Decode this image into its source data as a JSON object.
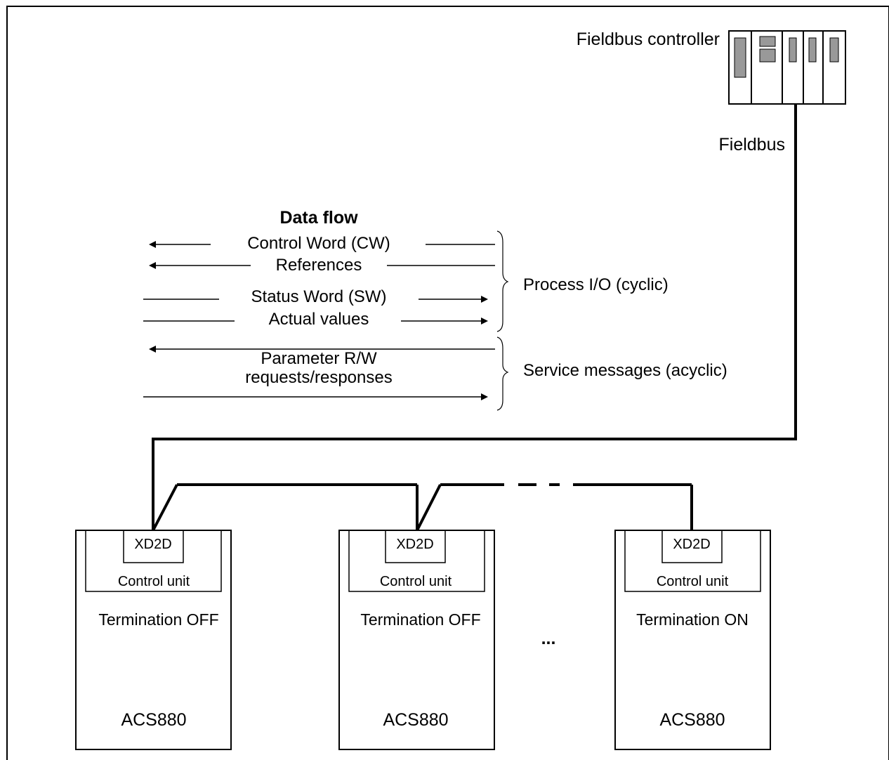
{
  "controller": {
    "label": "Fieldbus controller"
  },
  "bus": {
    "label": "Fieldbus"
  },
  "data_flow": {
    "title": "Data flow",
    "control_word": "Control Word (CW)",
    "references": "References",
    "status_word": "Status Word (SW)",
    "actual_values": "Actual values",
    "parameter_line1": "Parameter R/W",
    "parameter_line2": "requests/responses",
    "process_io": "Process I/O (cyclic)",
    "service_messages": "Service messages (acyclic)"
  },
  "drives": [
    {
      "connector": "XD2D",
      "control_unit": "Control unit",
      "termination": "Termination OFF",
      "model": "ACS880"
    },
    {
      "connector": "XD2D",
      "control_unit": "Control unit",
      "termination": "Termination OFF",
      "model": "ACS880"
    },
    {
      "connector": "XD2D",
      "control_unit": "Control unit",
      "termination": "Termination ON",
      "model": "ACS880"
    }
  ],
  "ellipsis": "..."
}
